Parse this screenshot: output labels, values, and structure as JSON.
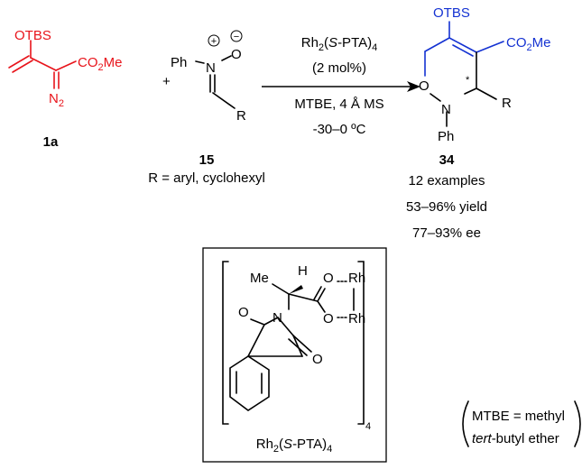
{
  "colors": {
    "reactant_1a": "#e8141b",
    "product_ring": "#1432d2",
    "default": "#000000"
  },
  "reactant_1a": {
    "label": "1a",
    "group_OTBS": "OTBS",
    "group_ester": "CO",
    "group_ester_sub": "2",
    "group_ester_tail": "Me",
    "diazo": "N",
    "diazo_sub": "2"
  },
  "plus_sign": "+",
  "nitrone_15": {
    "label": "15",
    "phenyl": "Ph",
    "nitrogen": "N",
    "oxygen": "O",
    "plus_charge": "+",
    "minus_charge": "−",
    "substituent": "R",
    "r_definition": "R = aryl, cyclohexyl"
  },
  "conditions": {
    "catalyst_a": "Rh",
    "catalyst_b": "2",
    "catalyst_c": "(",
    "catalyst_italic": "S",
    "catalyst_d": "-PTA)",
    "catalyst_e": "4",
    "loading": "(2 mol%)",
    "solvent": "MTBE, 4 Å MS",
    "temperature": "-30–0 ºC"
  },
  "product_34": {
    "label": "34",
    "group_OTBS": "OTBS",
    "group_ester": "CO",
    "group_ester_sub": "2",
    "group_ester_tail": "Me",
    "ring_O": "O",
    "ring_N": "N",
    "stereocenter_mark": "*",
    "substituent": "R",
    "n_phenyl": "Ph",
    "examples": "12 examples",
    "yield": "53–96% yield",
    "ee": "77–93% ee"
  },
  "catalyst_structure": {
    "methyl": "Me",
    "hydrogen": "H",
    "carboxyl_O1": "O",
    "carboxyl_O2": "O",
    "rhodium_1": "Rh",
    "rhodium_2": "Rh",
    "imide_N": "N",
    "imide_O1": "O",
    "imide_O2": "O",
    "bracket_subscript": "4",
    "name_a": "Rh",
    "name_b": "2",
    "name_c": "(",
    "name_italic": "S",
    "name_d": "-PTA)",
    "name_e": "4"
  },
  "abbreviation_note": {
    "line1": "MTBE = methyl",
    "line2_italic": "tert",
    "line2_rest": "-butyl ether"
  }
}
